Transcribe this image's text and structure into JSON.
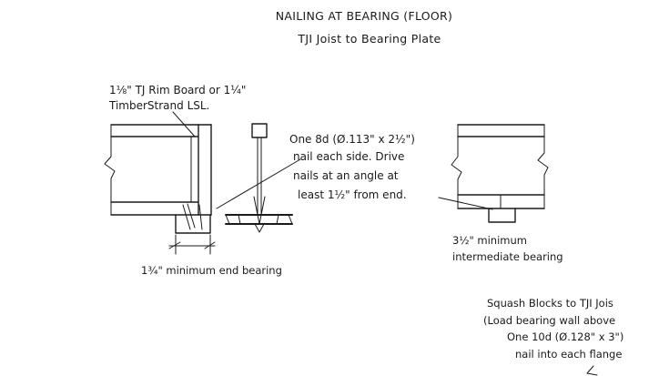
{
  "title": {
    "line1": "NAILING AT BEARING (FLOOR)",
    "line2": "TJI Joist to Bearing Plate"
  },
  "rim_board_note": {
    "line1": "1⅛\" TJ Rim Board or 1¼\"",
    "line2": "TimberStrand LSL."
  },
  "nail_note": {
    "line1": "One 8d (Ø.113\" x 2½\")",
    "line2": "nail each side. Drive",
    "line3": "nails at an angle at",
    "line4": "least 1½\" from end."
  },
  "end_bearing_note": "1¾\" minimum end bearing",
  "intermediate_note": {
    "line1": "3½\" minimum",
    "line2": "intermediate bearing"
  },
  "squash_note": {
    "line1": "Squash Blocks to TJI Jois",
    "line2": "(Load bearing wall above",
    "line3": "One 10d (Ø.128\" x 3\")",
    "line4": "nail into each flange"
  }
}
